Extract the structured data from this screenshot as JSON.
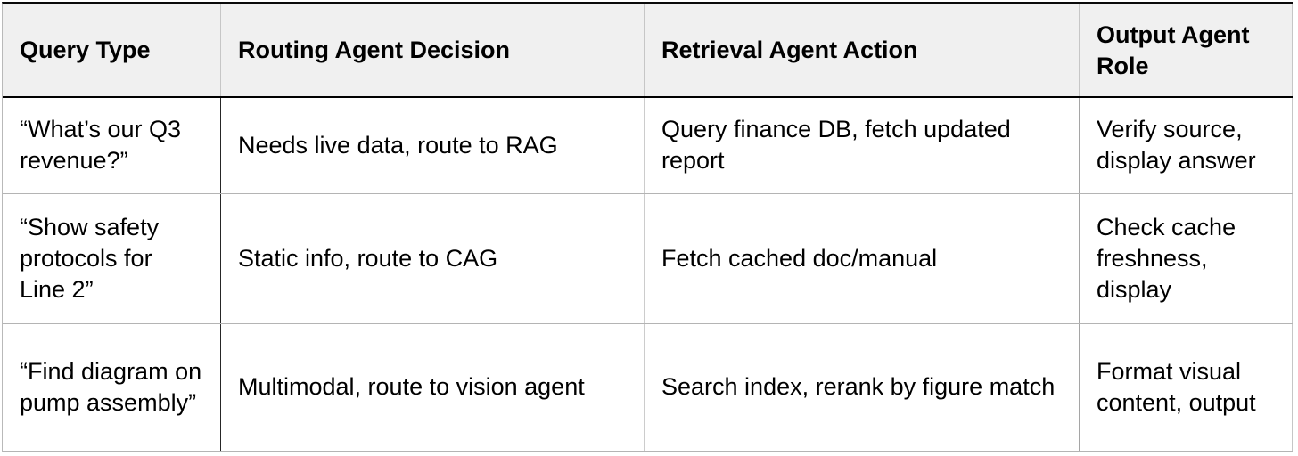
{
  "colors": {
    "header_background": "#f0f0f0",
    "text": "#000000",
    "strong_border": "#000000",
    "light_border": "#c6c6c6"
  },
  "table": {
    "headers": [
      {
        "label": "Query Type"
      },
      {
        "label": "Routing Agent Decision"
      },
      {
        "label": "Retrieval Agent Action"
      },
      {
        "label": "Output Agent Role"
      }
    ],
    "rows": [
      {
        "cells": [
          "“What’s our Q3 revenue?”",
          "Needs live data, route to RAG",
          "Query finance DB, fetch updated report",
          "Verify source, display answer"
        ]
      },
      {
        "cells": [
          "“Show safety protocols for Line 2”",
          "Static info, route to CAG",
          "Fetch cached doc/manual",
          "Check cache freshness, display"
        ]
      },
      {
        "cells": [
          "“Find diagram on pump assembly”",
          "Multimodal, route to vision agent",
          "Search index, rerank by figure match",
          "Format visual content, output"
        ]
      }
    ]
  }
}
